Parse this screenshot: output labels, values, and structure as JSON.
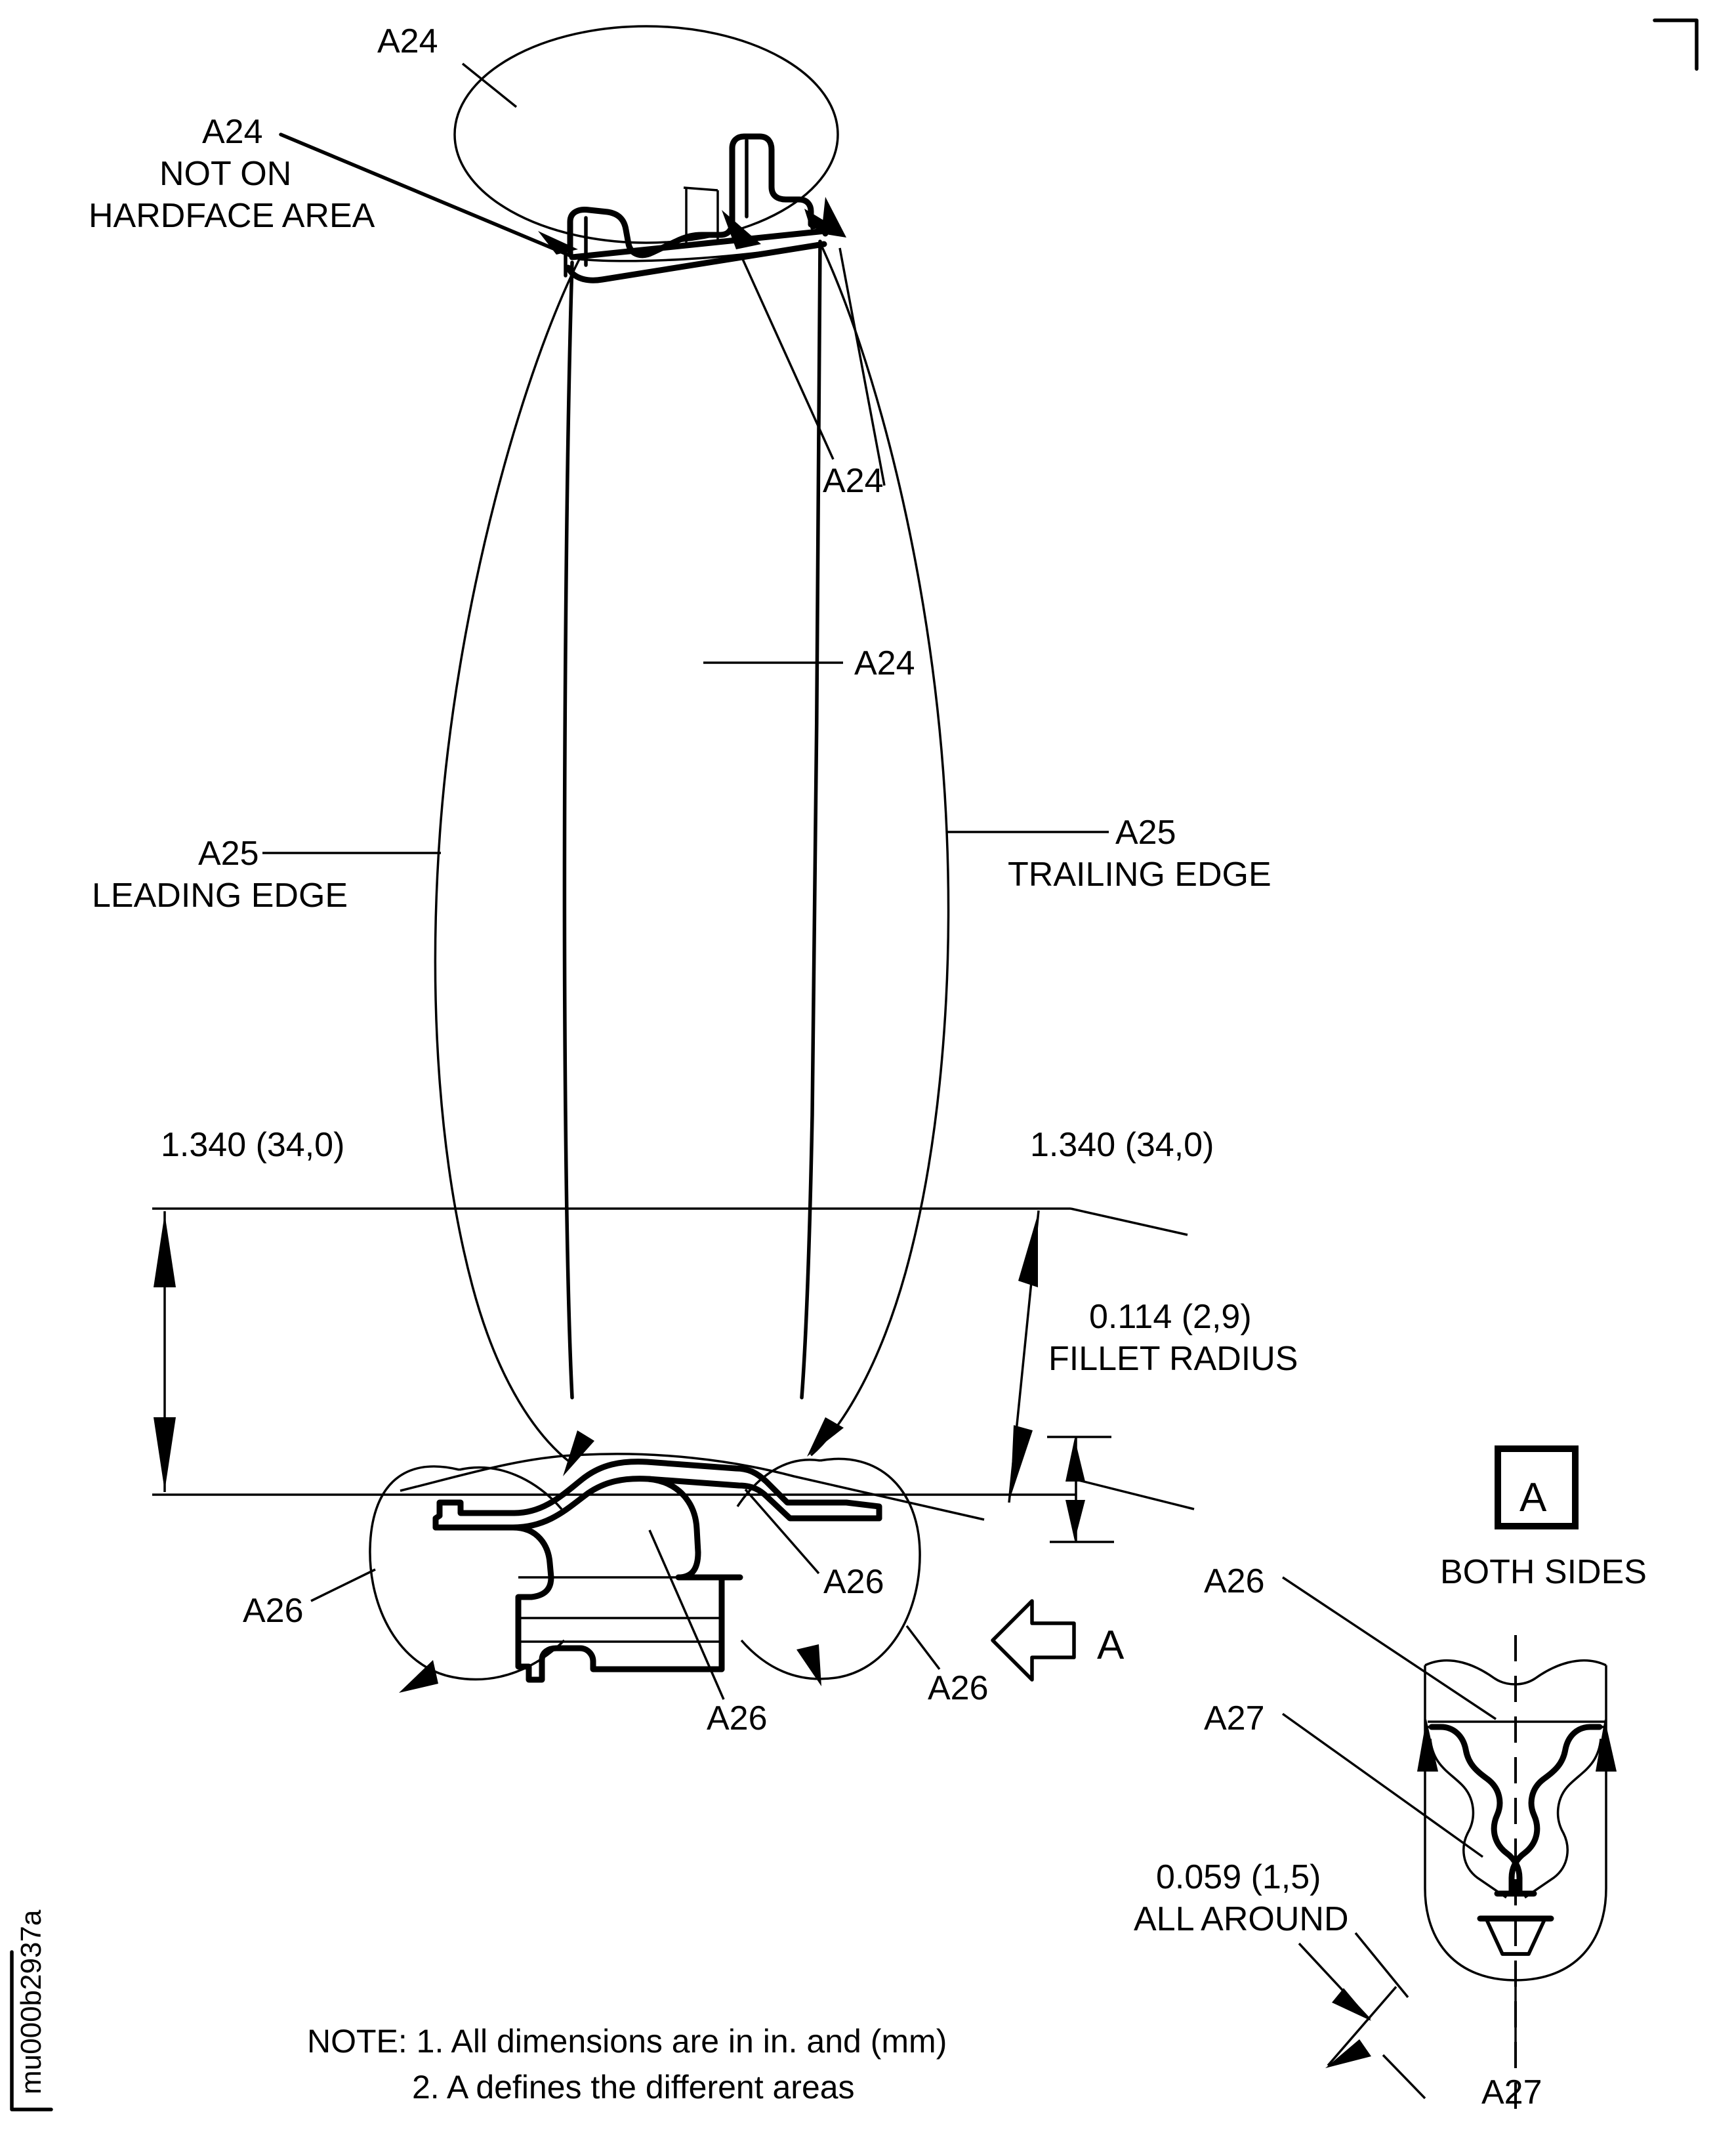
{
  "drawing": {
    "number": "mu000b2937a",
    "title_none": ""
  },
  "labels": {
    "a24_tip_top": "A24",
    "a24_not_on_hardface_l1": "A24",
    "a24_not_on_hardface_l2": "NOT ON",
    "a24_not_on_hardface_l3": "HARDFACE AREA",
    "a24_tip_right": "A24",
    "a24_airfoil": "A24",
    "a25_leading_l1": "A25",
    "a25_leading_l2": "LEADING EDGE",
    "a25_trailing_l1": "A25",
    "a25_trailing_l2": "TRAILING EDGE",
    "a26_left": "A26",
    "a26_mid_right": "A26",
    "a26_bottom_center": "A26",
    "a26_bottom_right": "A26",
    "a26_detail": "A26",
    "a27_detail": "A27",
    "a27_bottom": "A27"
  },
  "dimensions": {
    "left_span": "1.340 (34,0)",
    "right_span": "1.340 (34,0)",
    "fillet_value": "0.114 (2,9)",
    "fillet_caption": "FILLET RADIUS",
    "detail_value": "0.059 (1,5)",
    "detail_caption": "ALL AROUND"
  },
  "section": {
    "arrow_letter": "A",
    "box_letter": "A",
    "box_caption": "BOTH SIDES"
  },
  "notes": {
    "line1": "NOTE: 1. All dimensions are in in. and (mm)",
    "line2": "2. A defines the different areas"
  },
  "colors": {
    "ink": "#000000",
    "paper": "#ffffff"
  }
}
